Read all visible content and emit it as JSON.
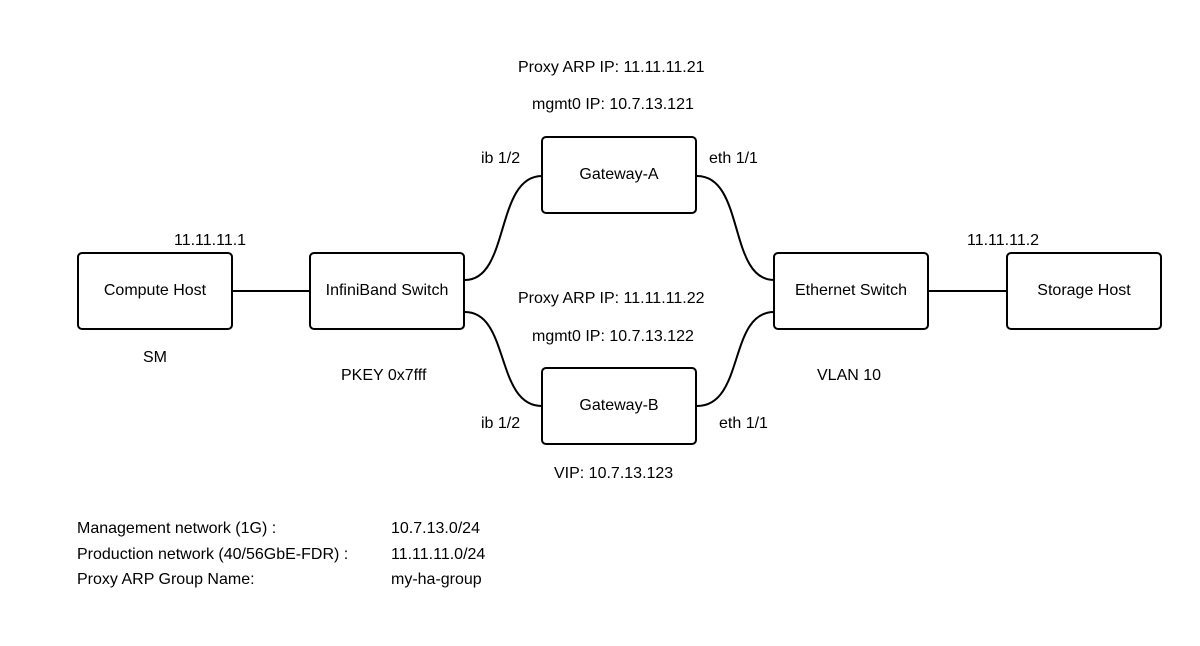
{
  "nodes": {
    "compute_host": "Compute Host",
    "infiniband_switch": "InfiniBand Switch",
    "gateway_a": "Gateway-A",
    "gateway_b": "Gateway-B",
    "ethernet_switch": "Ethernet Switch",
    "storage_host": "Storage Host"
  },
  "labels": {
    "compute_ip": "11.11.11.1",
    "storage_ip": "11.11.11.2",
    "sm": "SM",
    "pkey": "PKEY 0x7fff",
    "vlan": "VLAN 10",
    "gw_a_proxy_arp": "Proxy ARP IP: 11.11.11.21",
    "gw_a_mgmt": "mgmt0 IP: 10.7.13.121",
    "gw_b_proxy_arp": "Proxy ARP IP: 11.11.11.22",
    "gw_b_mgmt": "mgmt0 IP: 10.7.13.122",
    "vip": "VIP: 10.7.13.123",
    "gw_a_ib_port": "ib 1/2",
    "gw_a_eth_port": "eth 1/1",
    "gw_b_ib_port": "ib 1/2",
    "gw_b_eth_port": "eth 1/1"
  },
  "legend": [
    {
      "key": "Management network (1G) :",
      "value": "10.7.13.0/24"
    },
    {
      "key": "Production network (40/56GbE-FDR) :",
      "value": "11.11.11.0/24"
    },
    {
      "key": "Proxy ARP Group Name:",
      "value": "my-ha-group"
    }
  ]
}
